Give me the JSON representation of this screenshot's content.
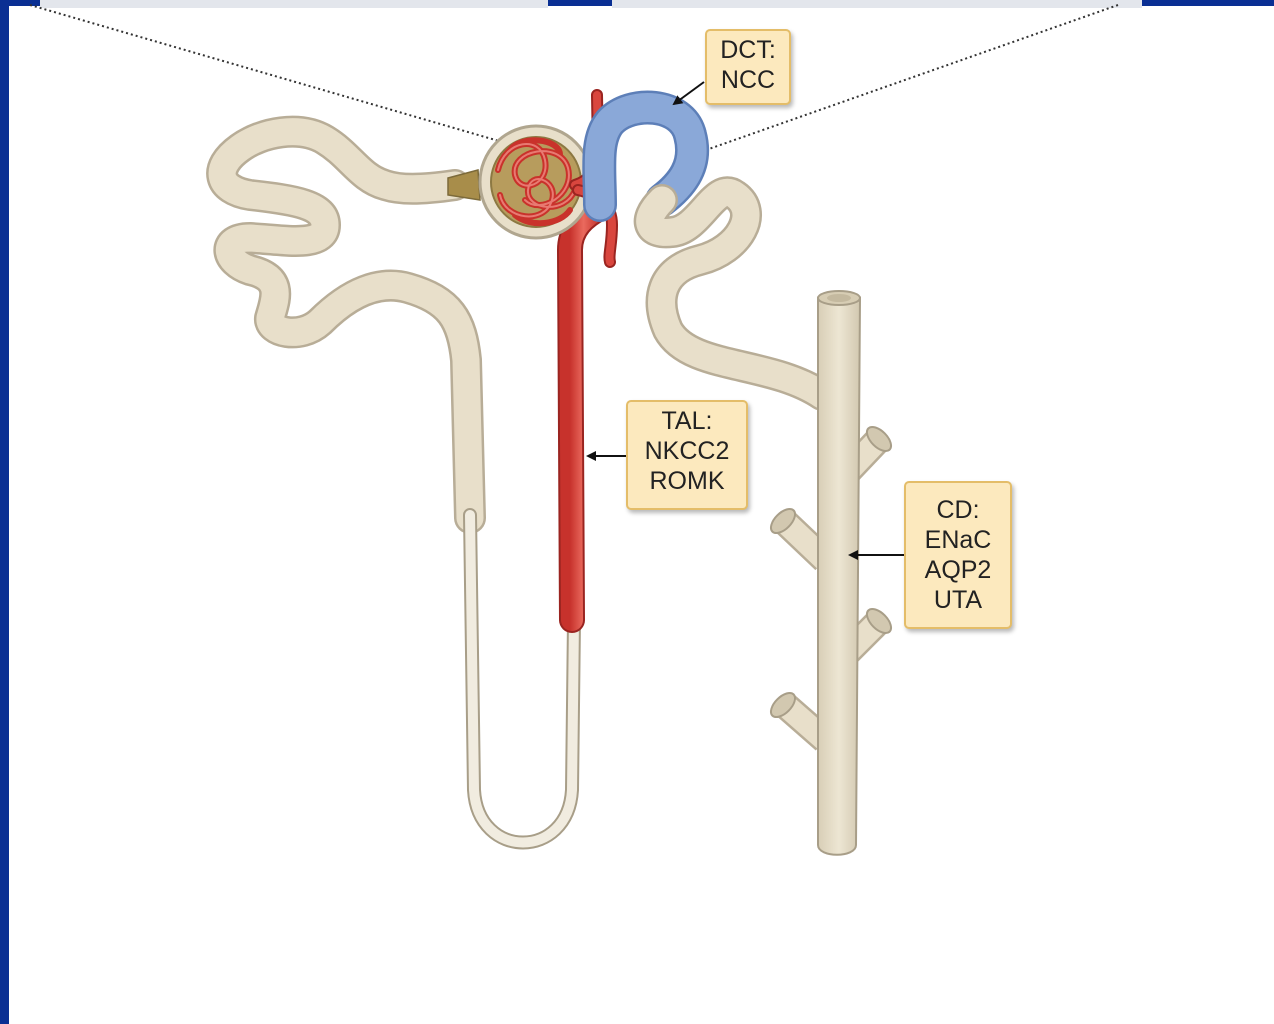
{
  "colors": {
    "frame": "#0a2f93",
    "tubule_fill": "#e8dfca",
    "tubule_outline": "#b8ad97",
    "tal_red": "#d9463e",
    "dct_blue": "#8aa8d8",
    "label_bg": "#fce9be",
    "label_border": "#e4bd69"
  },
  "labels": {
    "dct": {
      "title": "DCT:",
      "lines": [
        "NCC"
      ]
    },
    "tal": {
      "title": "TAL:",
      "lines": [
        "NKCC2",
        "ROMK"
      ]
    },
    "cd": {
      "title": "CD:",
      "lines": [
        "ENaC",
        "AQP2",
        "UTA"
      ]
    }
  },
  "structures": [
    "glomerulus",
    "proximal-tubule",
    "loop-of-henle",
    "thick-ascending-limb",
    "distal-convoluted-tubule",
    "collecting-duct",
    "afferent-arteriole",
    "efferent-arteriole"
  ]
}
